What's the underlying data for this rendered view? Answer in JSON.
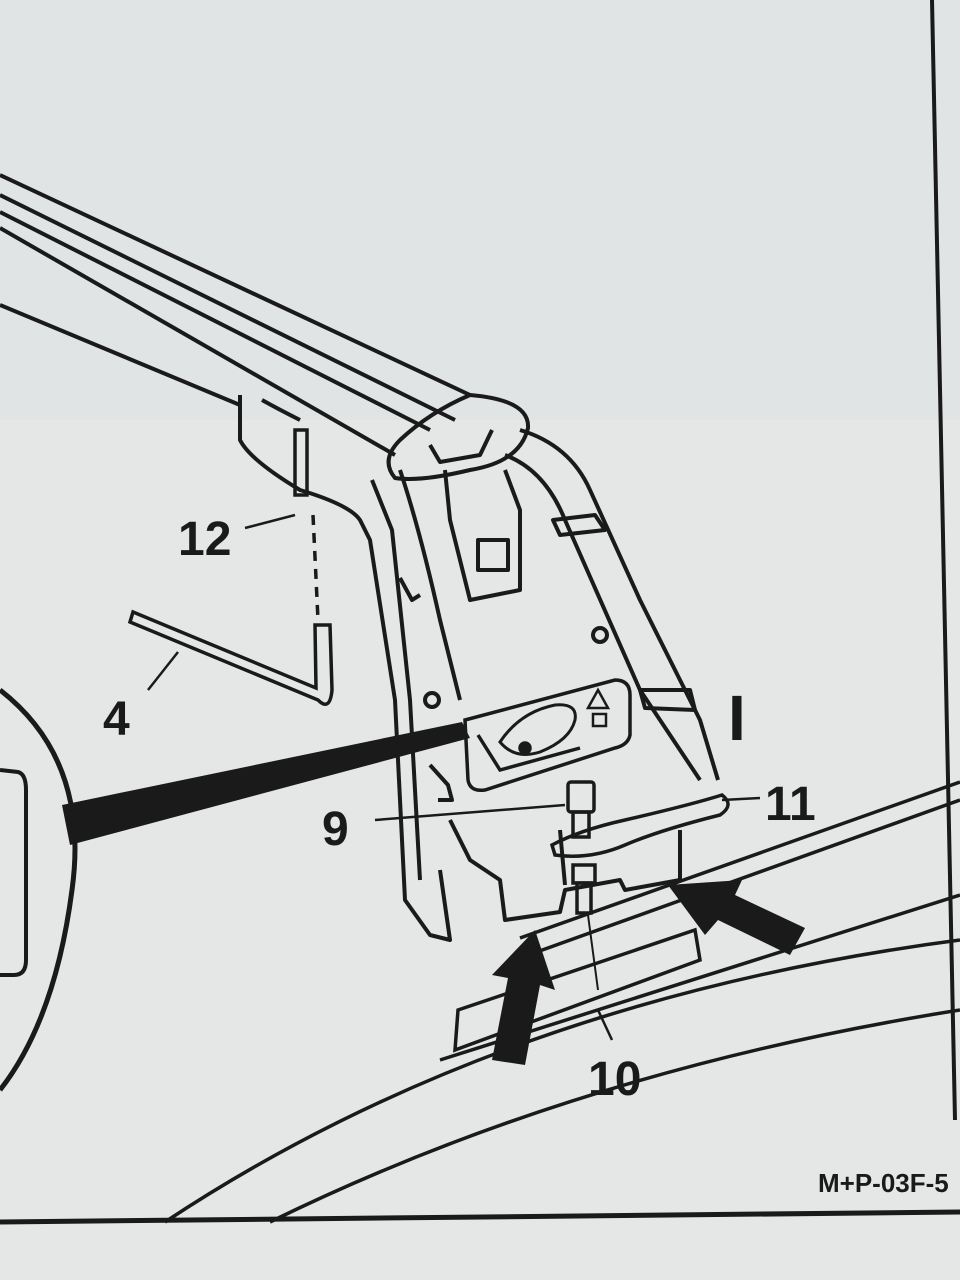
{
  "labels": {
    "part_12": "12",
    "part_4": "4",
    "part_9": "9",
    "part_11": "11",
    "part_10": "10",
    "step": "I"
  },
  "figure_code": "M+P-03F-5",
  "colors": {
    "paper": "#e4e7e6",
    "ink": "#1a1a1a"
  }
}
